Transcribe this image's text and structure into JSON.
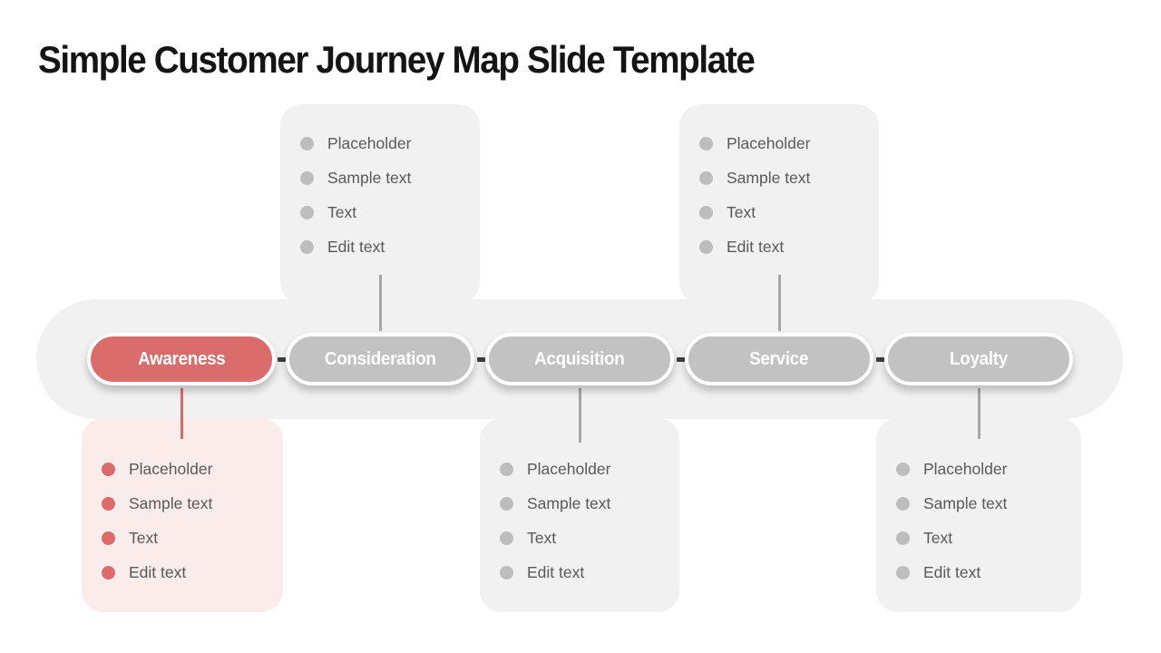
{
  "title": "Simple Customer Journey Map Slide Template",
  "stages": [
    {
      "label": "Awareness",
      "theme": "red",
      "panel_position": "bottom",
      "items": [
        "Placeholder",
        "Sample text",
        "Text",
        "Edit text"
      ]
    },
    {
      "label": "Consideration",
      "theme": "gray",
      "panel_position": "top",
      "items": [
        "Placeholder",
        "Sample text",
        "Text",
        "Edit text"
      ]
    },
    {
      "label": "Acquisition",
      "theme": "gray",
      "panel_position": "bottom",
      "items": [
        "Placeholder",
        "Sample text",
        "Text",
        "Edit text"
      ]
    },
    {
      "label": "Service",
      "theme": "gray",
      "panel_position": "top",
      "items": [
        "Placeholder",
        "Sample text",
        "Text",
        "Edit text"
      ]
    },
    {
      "label": "Loyalty",
      "theme": "gray",
      "panel_position": "bottom",
      "items": [
        "Placeholder",
        "Sample text",
        "Text",
        "Edit text"
      ]
    }
  ],
  "colors": {
    "accent_red": "#DA6C6C",
    "connector_red": "#D96B6B",
    "panel_pink": "#FAECEA",
    "pill_gray": "#C2C2C2",
    "panel_gray": "#F1F1F2",
    "bullet_gray": "#BDBDBD",
    "bullet_red": "#DD6B6B",
    "item_text": "#595959",
    "connector_gray": "#A6A6A6",
    "dash_dark": "#3D3D3D",
    "title_text": "#141414"
  }
}
